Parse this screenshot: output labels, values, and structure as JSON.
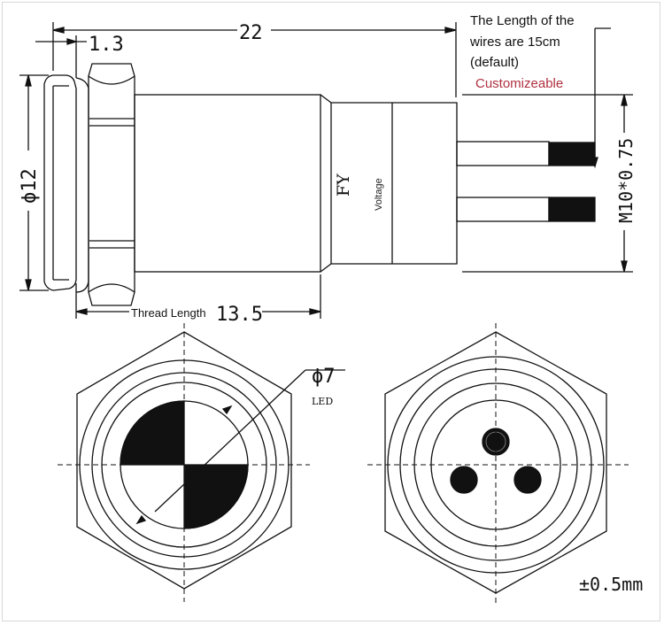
{
  "side_view": {
    "dim_total_length": "22",
    "dim_flange": "1.3",
    "dim_diameter": "ϕ12",
    "dim_thread_length_label": "Thread Length",
    "dim_thread_length_value": "13.5",
    "dim_thread_size": "M10*0.75",
    "body_marking": "FY",
    "body_voltage_label": "Voltage",
    "wire_note_line1": "The Length of the",
    "wire_note_line2": "wires are 15cm",
    "wire_note_line3": "(default)",
    "wire_note_custom": "Customizeable"
  },
  "front_view": {
    "led_diameter": "ϕ7",
    "led_label": "LED"
  },
  "tolerance": "±0.5mm",
  "colors": {
    "line": "#111111",
    "accent_text": "#b03040"
  }
}
